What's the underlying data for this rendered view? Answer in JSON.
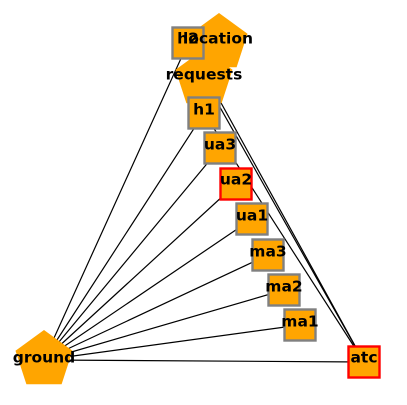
{
  "colors": {
    "node_fill": "#FFA500",
    "box_border_default": "#808080",
    "box_border_highlight": "#FF0000",
    "edge": "#000000",
    "background": "#FFFFFF"
  },
  "graph": {
    "nodes": [
      {
        "id": "location",
        "label": "location",
        "shape": "pentagon",
        "icon": "pentagon-node-icon",
        "highlighted": false
      },
      {
        "id": "requests",
        "label": "requests",
        "shape": "pentagon",
        "icon": "pentagon-node-icon",
        "highlighted": false
      },
      {
        "id": "h2",
        "label": "h2",
        "shape": "square",
        "icon": "square-node-icon",
        "highlighted": false
      },
      {
        "id": "h1",
        "label": "h1",
        "shape": "square",
        "icon": "square-node-icon",
        "highlighted": false
      },
      {
        "id": "ua3",
        "label": "ua3",
        "shape": "square",
        "icon": "square-node-icon",
        "highlighted": false
      },
      {
        "id": "ua2",
        "label": "ua2",
        "shape": "square",
        "icon": "square-node-icon",
        "highlighted": true
      },
      {
        "id": "ua1",
        "label": "ua1",
        "shape": "square",
        "icon": "square-node-icon",
        "highlighted": false
      },
      {
        "id": "ma3",
        "label": "ma3",
        "shape": "square",
        "icon": "square-node-icon",
        "highlighted": false
      },
      {
        "id": "ma2",
        "label": "ma2",
        "shape": "square",
        "icon": "square-node-icon",
        "highlighted": false
      },
      {
        "id": "ma1",
        "label": "ma1",
        "shape": "square",
        "icon": "square-node-icon",
        "highlighted": false
      },
      {
        "id": "ground",
        "label": "ground",
        "shape": "pentagon",
        "icon": "pentagon-node-icon",
        "highlighted": false
      },
      {
        "id": "atc",
        "label": "atc",
        "shape": "square",
        "icon": "square-node-icon",
        "highlighted": true
      }
    ],
    "edges": [
      {
        "source": "ground",
        "target": "h2"
      },
      {
        "source": "ground",
        "target": "h1"
      },
      {
        "source": "ground",
        "target": "ua3"
      },
      {
        "source": "ground",
        "target": "ua2"
      },
      {
        "source": "ground",
        "target": "ua1"
      },
      {
        "source": "ground",
        "target": "ma3"
      },
      {
        "source": "ground",
        "target": "ma2"
      },
      {
        "source": "ground",
        "target": "ma1"
      },
      {
        "source": "ground",
        "target": "atc"
      },
      {
        "source": "atc",
        "target": "h2"
      },
      {
        "source": "atc",
        "target": "h1"
      },
      {
        "source": "atc",
        "target": "requests"
      }
    ]
  }
}
